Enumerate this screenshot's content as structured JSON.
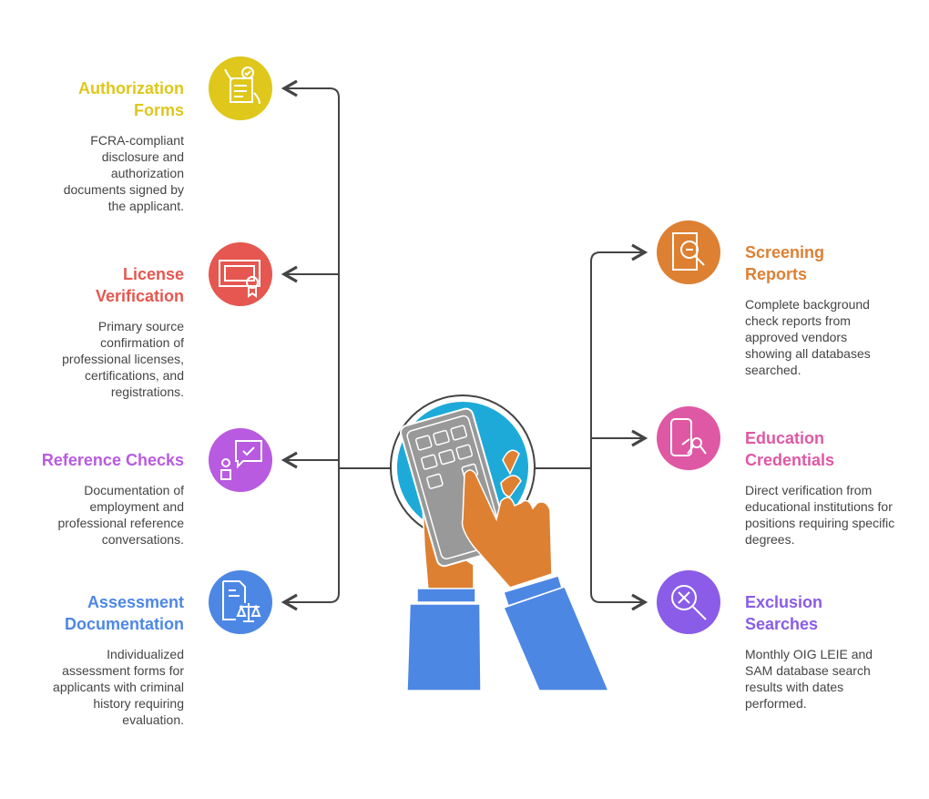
{
  "left_items": [
    {
      "title": "Authorization Forms",
      "title_lines": [
        "Authorization",
        "Forms"
      ],
      "description": "FCRA-compliant disclosure and authorization documents signed by the applicant.",
      "color": "#dfc71b",
      "icon": "document-signing-icon"
    },
    {
      "title": "License Verification",
      "title_lines": [
        "License",
        "Verification"
      ],
      "description": "Primary source confirmation of professional licenses, certifications, and registrations.",
      "color": "#e55750",
      "icon": "certificate-icon"
    },
    {
      "title": "Reference Checks",
      "title_lines": [
        "Reference Checks"
      ],
      "description": "Documentation of employment and professional reference conversations.",
      "color": "#b85be0",
      "icon": "person-chat-check-icon"
    },
    {
      "title": "Assessment Documentation",
      "title_lines": [
        "Assessment",
        "Documentation"
      ],
      "description": "Individualized assessment forms for applicants with criminal history requiring evaluation.",
      "color": "#4d87e4",
      "icon": "document-scales-icon"
    }
  ],
  "right_items": [
    {
      "title": "Screening Reports",
      "title_lines": [
        "Screening",
        "Reports"
      ],
      "description": "Complete background check reports from approved vendors showing all databases searched.",
      "color": "#dd8032",
      "icon": "report-search-icon"
    },
    {
      "title": "Education Credentials",
      "title_lines": [
        "Education",
        "Credentials"
      ],
      "description": "Direct verification from educational institutions for positions requiring specific degrees.",
      "color": "#df58a4",
      "icon": "diploma-icon"
    },
    {
      "title": "Exclusion Searches",
      "title_lines": [
        "Exclusion",
        "Searches"
      ],
      "description": "Monthly OIG LEIE and SAM database search results with dates performed.",
      "color": "#8a5ce8",
      "icon": "search-exclude-icon"
    }
  ],
  "center": {
    "icon": "hands-calculator-icon",
    "circle_color": "#1eaad9",
    "hand_color": "#dd8032",
    "sleeve_color": "#4d87e4",
    "device_color": "#999999"
  }
}
